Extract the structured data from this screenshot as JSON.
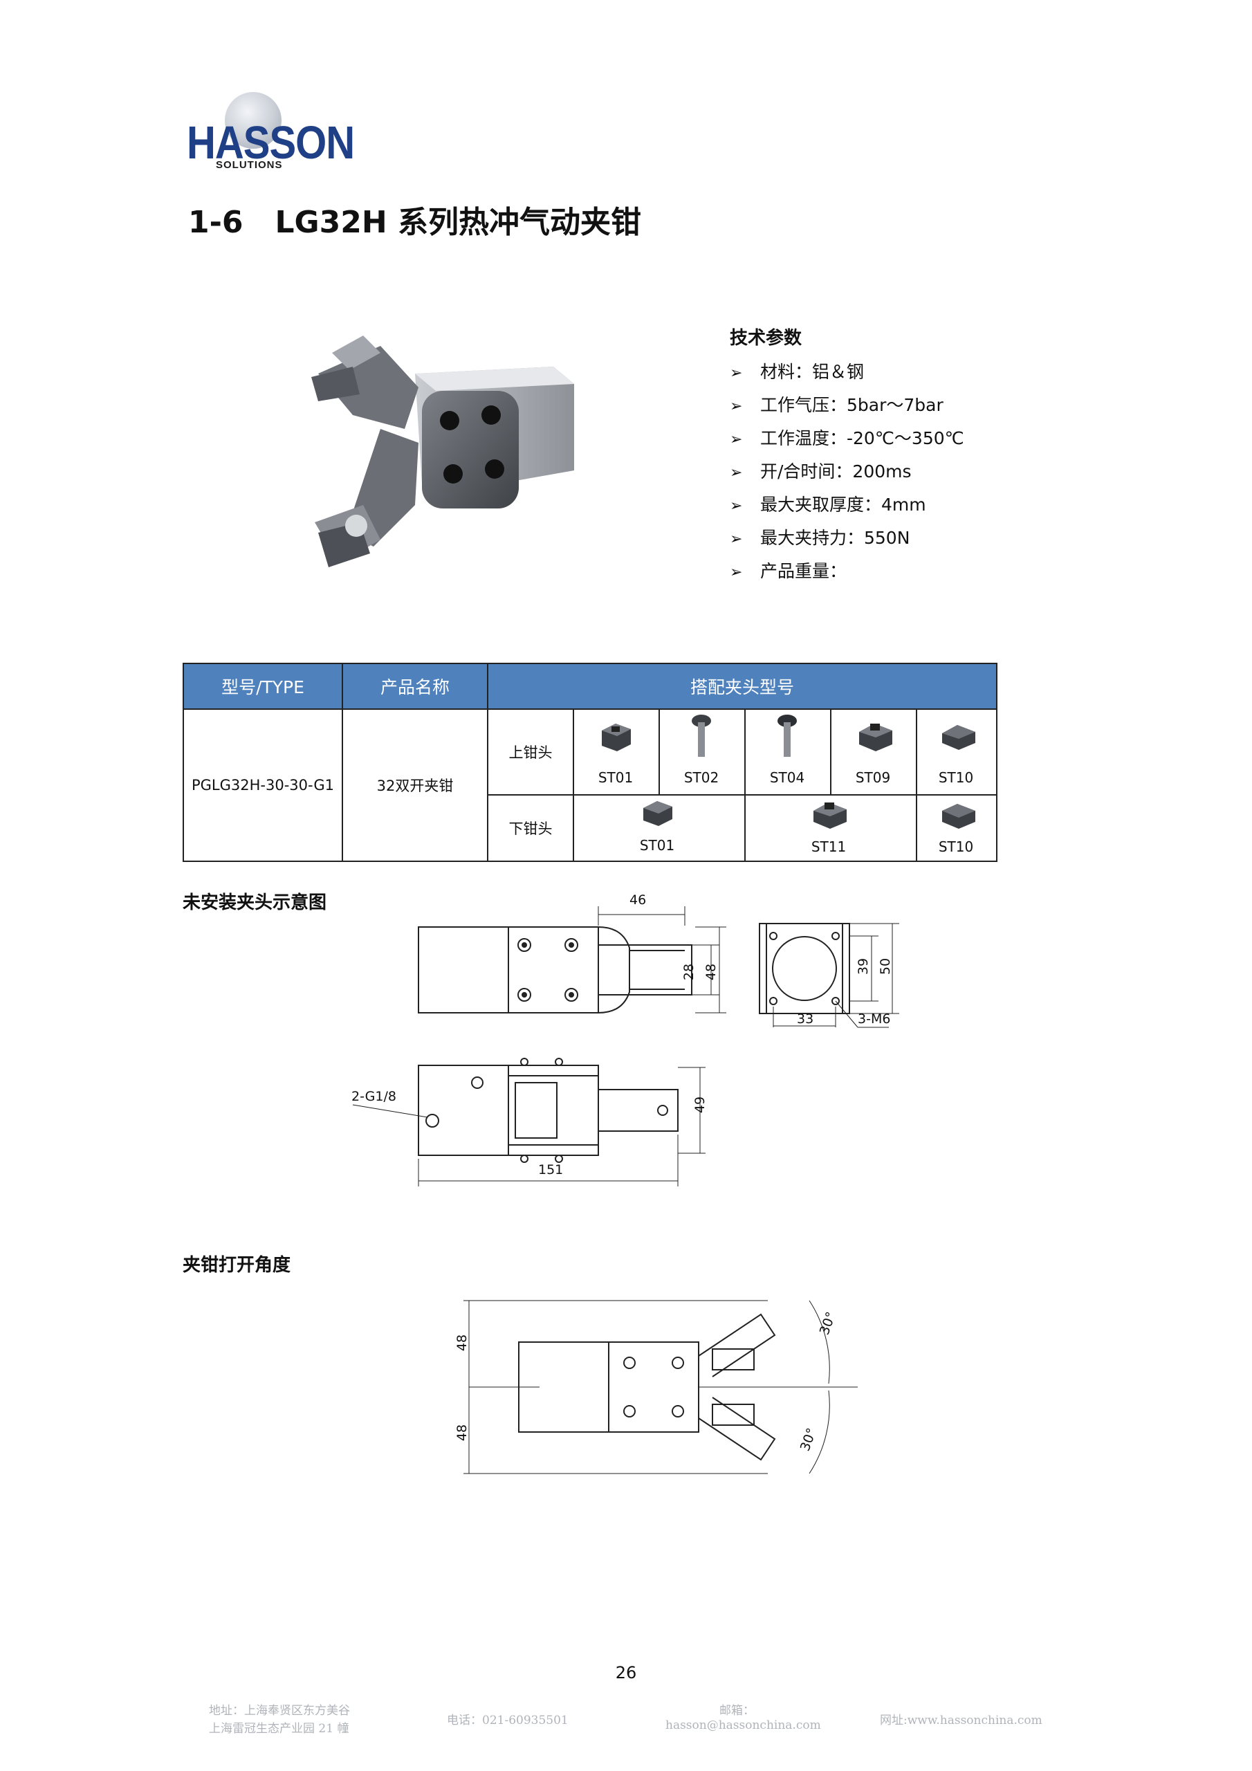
{
  "logo": {
    "brand": "HASSON",
    "sub": "SOLUTIONS"
  },
  "title": {
    "number": "1-6",
    "text": "LG32H 系列热冲气动夹钳"
  },
  "specs": {
    "heading": "技术参数",
    "items": [
      "材料：铝＆钢",
      "工作气压：5bar～7bar",
      "工作温度：-20℃～350℃",
      "开/合时间：200ms",
      "最大夹取厚度：4mm",
      "最大夹持力：550N",
      "产品重量："
    ]
  },
  "table": {
    "headers": [
      "型号/TYPE",
      "产品名称",
      "搭配夹头型号"
    ],
    "model": "PGLG32H-30-30-G1",
    "name": "32双开夹钳",
    "upper_label": "上钳头",
    "lower_label": "下钳头",
    "upper_tips": [
      "ST01",
      "ST02",
      "ST04",
      "ST09",
      "ST10"
    ],
    "lower_tips": [
      "ST01",
      "ST11",
      "ST10"
    ]
  },
  "section1": {
    "title": "未安装夹头示意图"
  },
  "drawing1": {
    "dim_46": "46",
    "dim_28": "28",
    "dim_48": "48",
    "dim_39": "39",
    "dim_50": "50",
    "dim_33": "33",
    "hole_note": "3-M6",
    "dim_49": "49",
    "dim_151": "151",
    "port_note": "2-G1/8"
  },
  "section2": {
    "title": "夹钳打开角度"
  },
  "drawing2": {
    "angle_top": "30°",
    "angle_bottom": "30°",
    "dim_top": "48",
    "dim_bottom": "48"
  },
  "page_number": "26",
  "footer": {
    "address_line1": "地址：上海奉贤区东方美谷",
    "address_line2": "上海雷冠生态产业园 21 幢",
    "phone": "电话：021-60935501",
    "email_label": "邮箱：",
    "email": "hasson@hassonchina.com",
    "website": "网址:www.hassonchina.com"
  }
}
